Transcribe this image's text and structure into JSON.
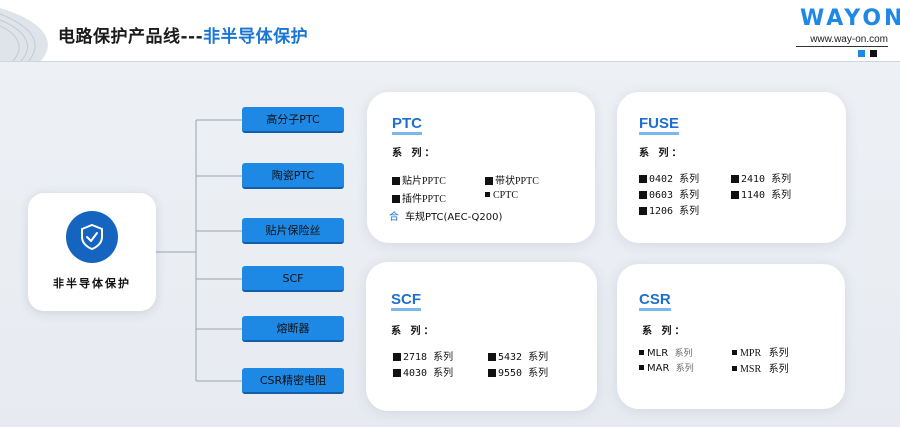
{
  "header": {
    "title_main": "电路保护产品线---",
    "title_accent": "非半导体保护",
    "logo": "WAYON",
    "url": "www.way-on.com"
  },
  "colors": {
    "accent": "#1e88e5",
    "title_blue": "#1976d2",
    "node_blue": "#1e88e5"
  },
  "root": {
    "label": "非半导体保护",
    "icon": "shield-check-icon"
  },
  "nodes": [
    "高分子PTC",
    "陶瓷PTC",
    "贴片保险丝",
    "SCF",
    "熔断器",
    "CSR精密电阻"
  ],
  "cards": {
    "ptc": {
      "title": "PTC",
      "series_label": "系 列：",
      "items": [
        "贴片PPTC",
        "带状PPTC",
        "插件PPTC",
        "CPTC"
      ],
      "auto_glyph": "合",
      "auto_item": "车规PTC(AEC-Q200)"
    },
    "fuse": {
      "title": "FUSE",
      "series_label": "系 列：",
      "items": [
        "0402 系列",
        "2410 系列",
        "0603 系列",
        "1140 系列",
        "1206 系列"
      ]
    },
    "scf": {
      "title": "SCF",
      "series_label": "系 列：",
      "items": [
        "2718 系列",
        "5432 系列",
        "4030 系列",
        "9550 系列"
      ]
    },
    "csr": {
      "title": "CSR",
      "series_label": "系 列：",
      "items": [
        {
          "name": "MLR",
          "suffix": "系列"
        },
        {
          "name": "MPR",
          "suffix": "系列"
        },
        {
          "name": "MAR",
          "suffix": "系列"
        },
        {
          "name": "MSR",
          "suffix": "系列"
        }
      ]
    }
  }
}
